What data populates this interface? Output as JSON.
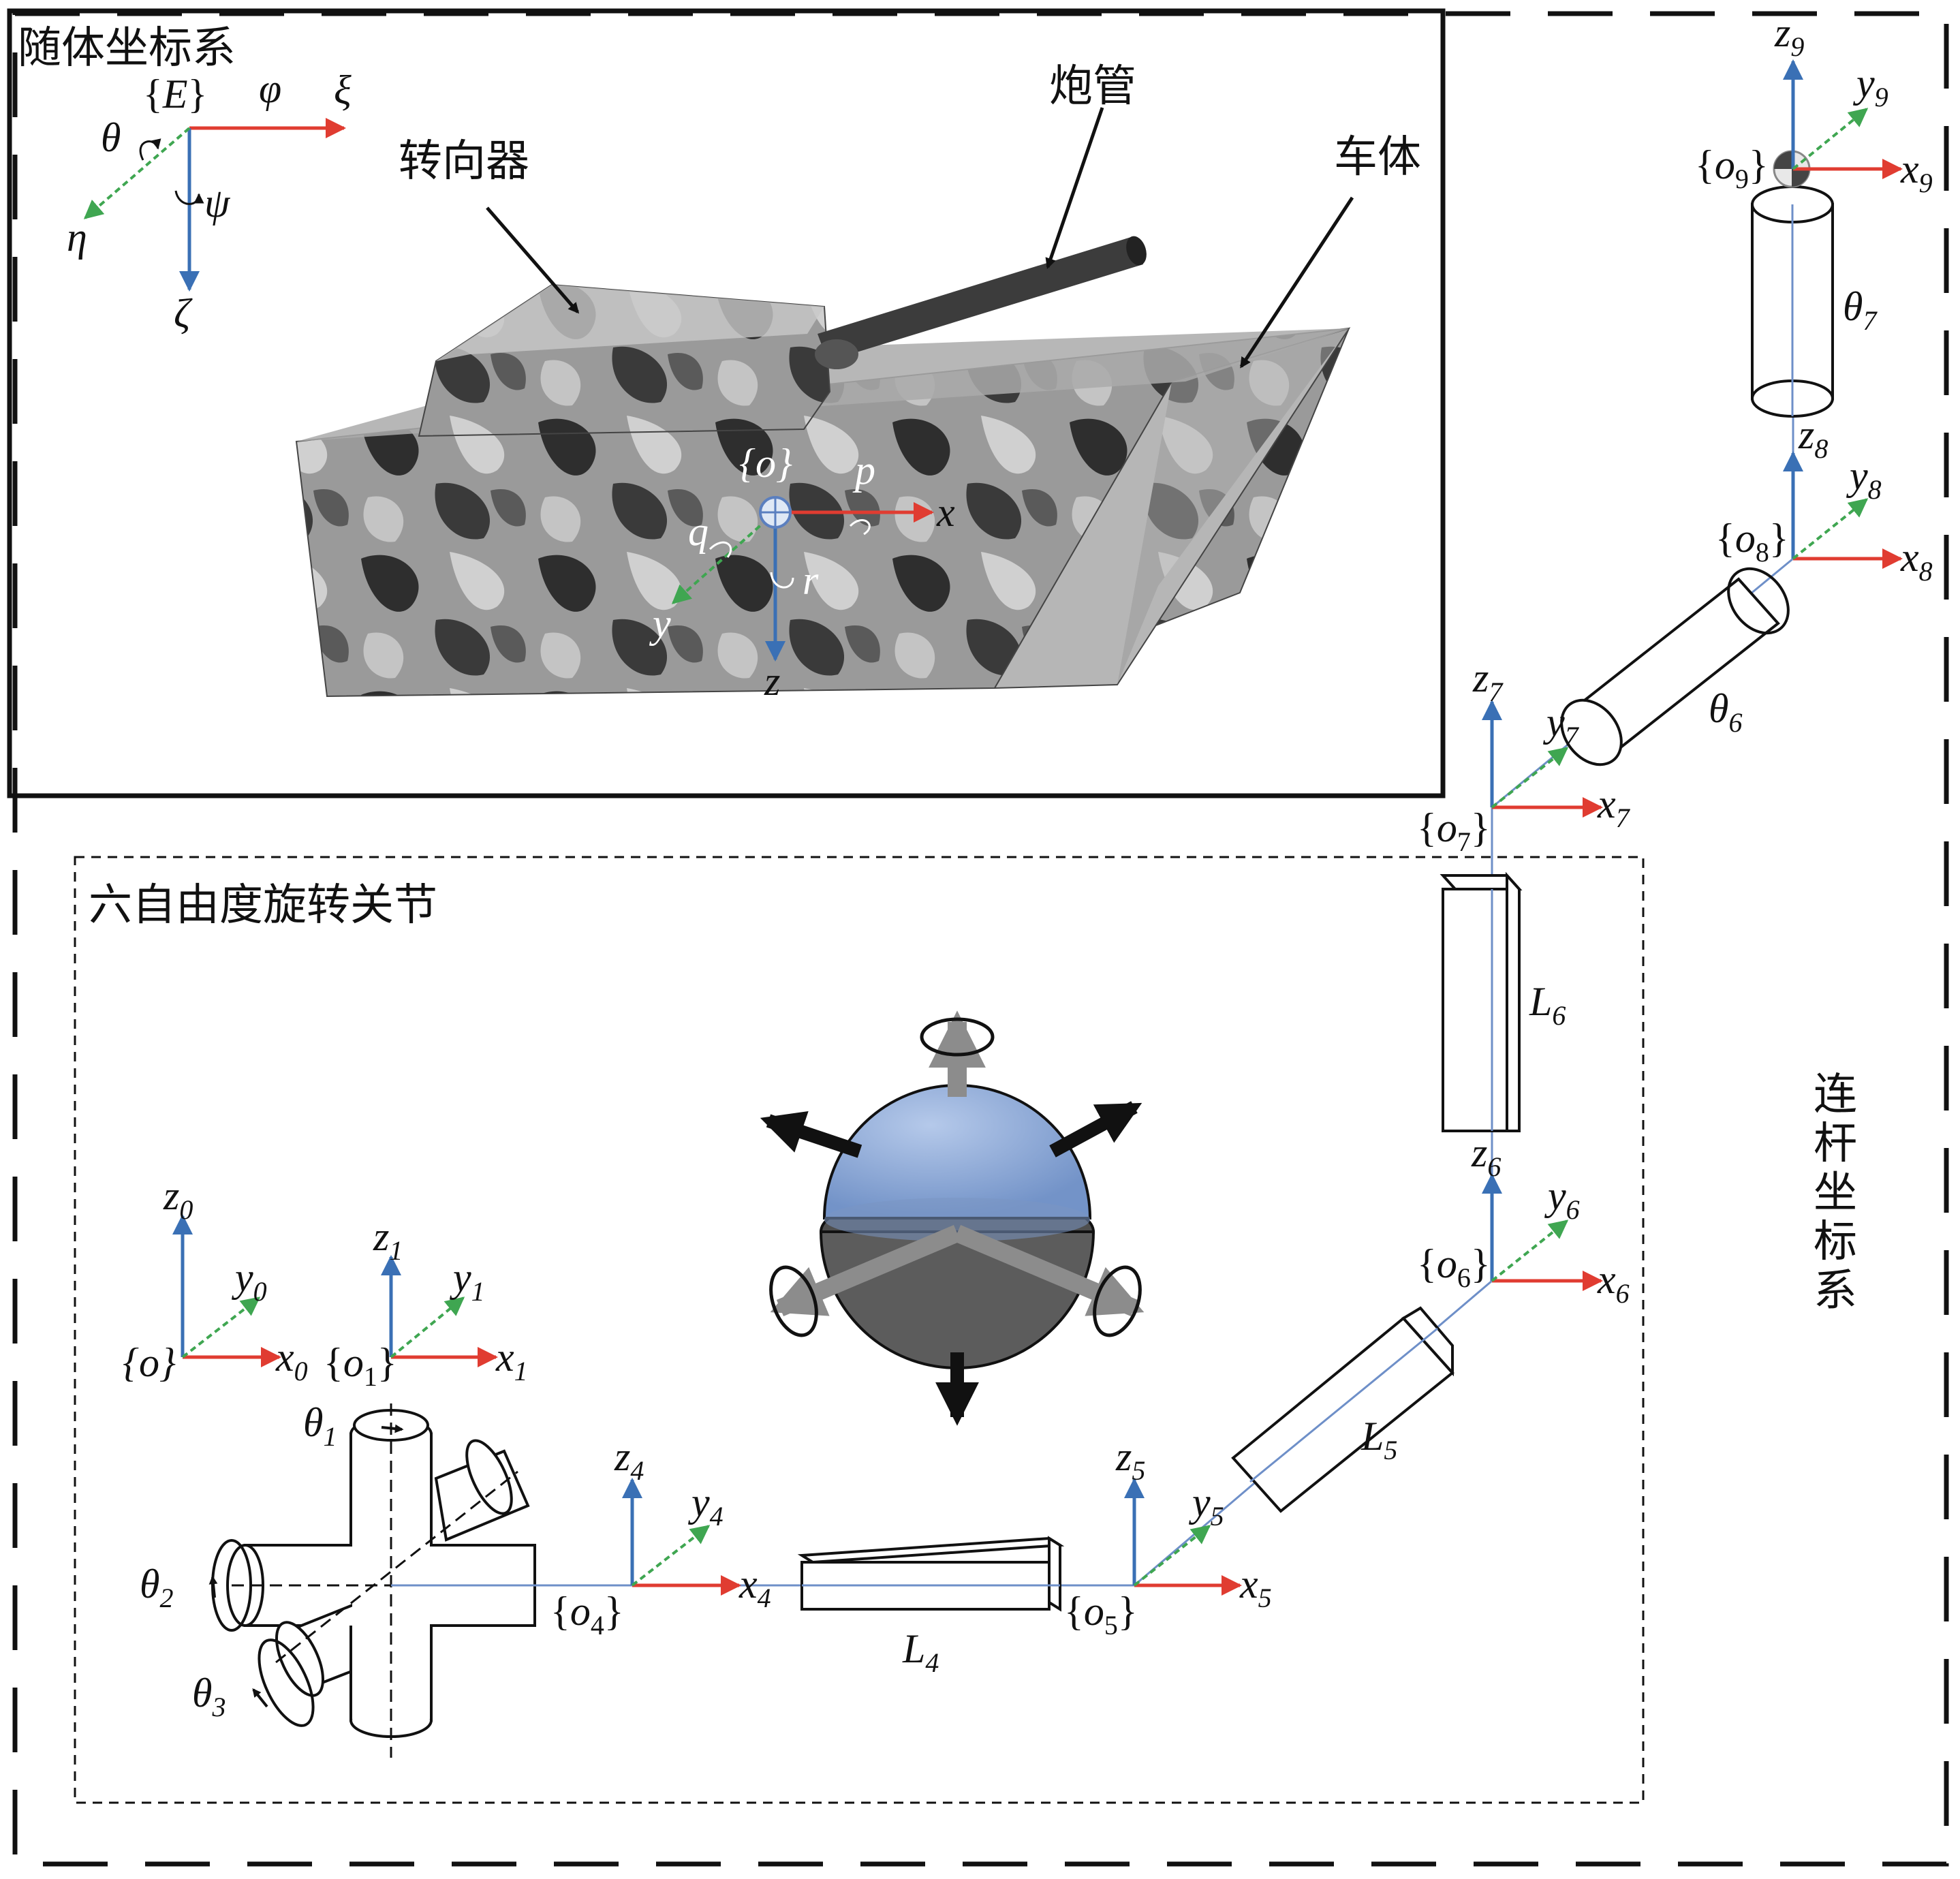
{
  "panels": {
    "body_frame_title": "随体坐标系",
    "joint_title": "六自由度旋转关节",
    "link_frame_title": [
      "连",
      "杆",
      "坐",
      "标",
      "系"
    ]
  },
  "tank_labels": {
    "barrel": "炮管",
    "turret": "转向器",
    "hull": "车体"
  },
  "earth_frame": {
    "name_open": "{",
    "name": "E",
    "name_close": "}",
    "phi": "φ",
    "xi": "ξ",
    "theta": "θ",
    "psi": "ψ",
    "eta": "η",
    "zeta": "ζ"
  },
  "body_frame": {
    "name": "{o}",
    "p": "p",
    "q": "q",
    "r": "r",
    "x": "x",
    "y": "y",
    "z": "z"
  },
  "frames": [
    {
      "id": "o",
      "origin": "{o}",
      "origin_base": "o",
      "x": "x",
      "y": "y",
      "z": "z",
      "sub": "0"
    },
    {
      "id": "o1",
      "origin_base": "o",
      "sub": "1",
      "x": "x",
      "y": "y",
      "z": "z"
    },
    {
      "id": "o4",
      "origin_base": "o",
      "sub": "4",
      "x": "x",
      "y": "y",
      "z": "z"
    },
    {
      "id": "o5",
      "origin_base": "o",
      "sub": "5",
      "x": "x",
      "y": "y",
      "z": "z"
    },
    {
      "id": "o6",
      "origin_base": "o",
      "sub": "6",
      "x": "x",
      "y": "y",
      "z": "z"
    },
    {
      "id": "o7",
      "origin_base": "o",
      "sub": "7",
      "x": "x",
      "y": "y",
      "z": "z"
    },
    {
      "id": "o8",
      "origin_base": "o",
      "sub": "8",
      "x": "x",
      "y": "y",
      "z": "z"
    },
    {
      "id": "o9",
      "origin_base": "o",
      "sub": "9",
      "x": "x",
      "y": "y",
      "z": "z"
    }
  ],
  "joint_angles": [
    {
      "base": "θ",
      "sub": "1"
    },
    {
      "base": "θ",
      "sub": "2"
    },
    {
      "base": "θ",
      "sub": "3"
    },
    {
      "base": "θ",
      "sub": "6"
    },
    {
      "base": "θ",
      "sub": "7"
    }
  ],
  "links": [
    {
      "base": "L",
      "sub": "4"
    },
    {
      "base": "L",
      "sub": "5"
    },
    {
      "base": "L",
      "sub": "6"
    }
  ],
  "colors": {
    "x_axis": "#e03c31",
    "y_axis": "#3fa651",
    "z_axis": "#3a70b5",
    "camo_light": "#bdbdbd",
    "camo_dark": "#2e2e2e",
    "sphere_top": "#8aa7d6",
    "sphere_bottom": "#5c5c5c"
  }
}
